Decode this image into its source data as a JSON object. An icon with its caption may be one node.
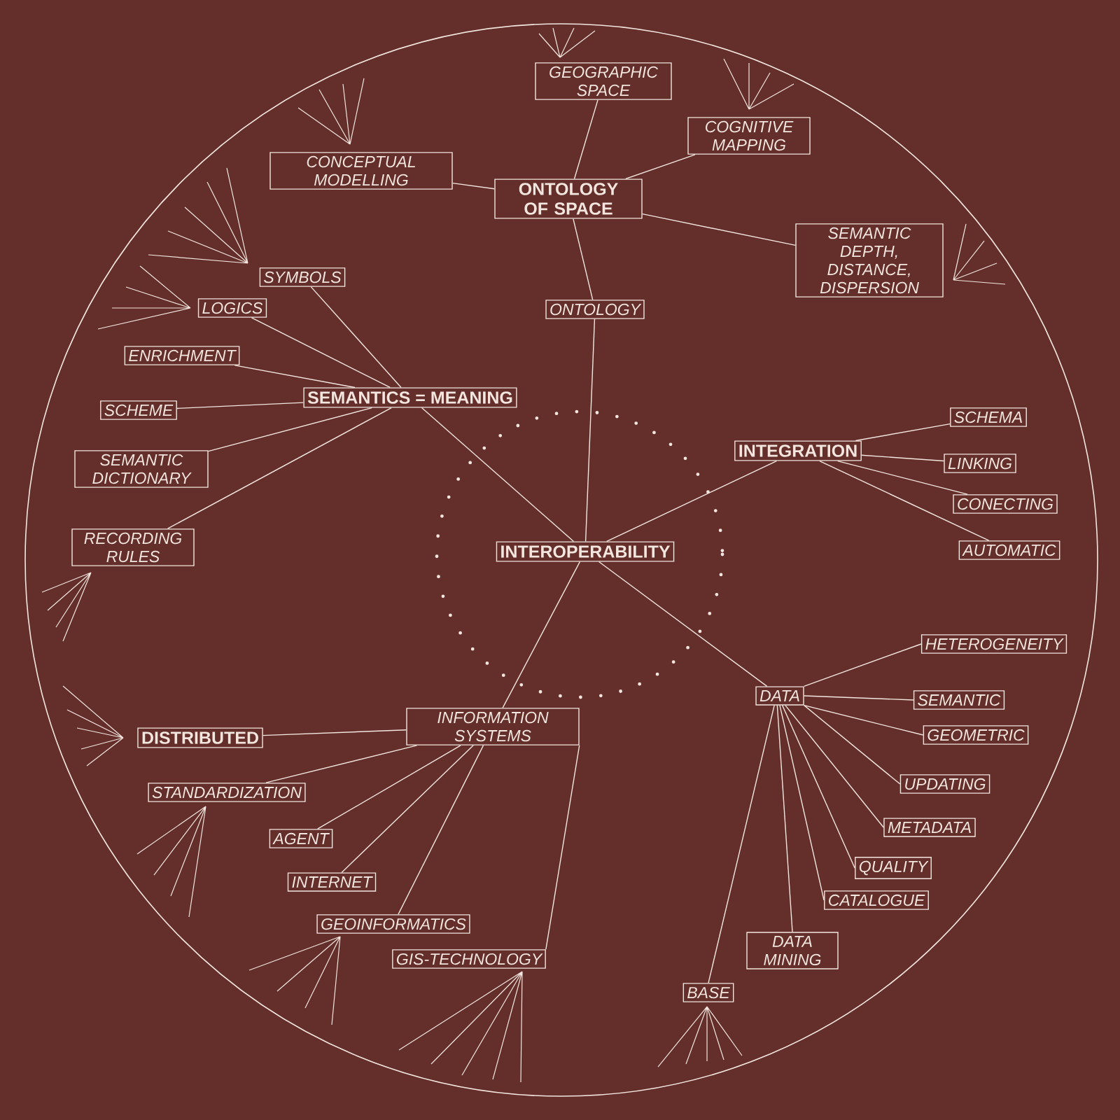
{
  "diagram": {
    "nodes": [
      {
        "text": [
          "INTEROPERABILITY"
        ]
      },
      {
        "text": [
          "ONTOLOGY"
        ]
      },
      {
        "text": [
          "ONTOLOGY OF SPACE"
        ]
      },
      {
        "text": [
          "GEOGRAPHIC SPACE"
        ]
      },
      {
        "text": [
          "COGNITIVE MAPPING"
        ]
      },
      {
        "text": [
          "CONCEPTUAL MODELLING"
        ]
      },
      {
        "text": [
          "SEMANTIC DEPTH, DISTANCE, DISPERSION"
        ]
      },
      {
        "text": [
          "SEMANTICS = MEANING"
        ]
      },
      {
        "text": [
          "SYMBOLS"
        ]
      },
      {
        "text": [
          "LOGICS"
        ]
      },
      {
        "text": [
          "ENRICHMENT"
        ]
      },
      {
        "text": [
          "SCHEME"
        ]
      },
      {
        "text": [
          "SEMANTIC DICTIONARY"
        ]
      },
      {
        "text": [
          "RECORDING RULES"
        ]
      },
      {
        "text": [
          "INTEGRATION"
        ]
      },
      {
        "text": [
          "SCHEMA"
        ]
      },
      {
        "text": [
          "LINKING"
        ]
      },
      {
        "text": [
          "CONECTING"
        ]
      },
      {
        "text": [
          "AUTOMATIC"
        ]
      },
      {
        "text": [
          "INFORMATION SYSTEMS"
        ]
      },
      {
        "text": [
          "DISTRIBUTED"
        ]
      },
      {
        "text": [
          "STANDARDIZATION"
        ]
      },
      {
        "text": [
          "AGENT"
        ]
      },
      {
        "text": [
          "INTERNET"
        ]
      },
      {
        "text": [
          "GEOINFORMATICS"
        ]
      },
      {
        "text": [
          "GIS-TECHNOLOGY"
        ]
      },
      {
        "text": [
          "DATA"
        ]
      },
      {
        "text": [
          "HETEROGENEITY"
        ]
      },
      {
        "text": [
          "SEMANTIC"
        ]
      },
      {
        "text": [
          "GEOMETRIC"
        ]
      },
      {
        "text": [
          "UPDATING"
        ]
      },
      {
        "text": [
          "METADATA"
        ]
      },
      {
        "text": [
          "QUALITY"
        ]
      },
      {
        "text": [
          "CATALOGUE"
        ]
      },
      {
        "text": [
          "DATA MINING"
        ]
      },
      {
        "text": [
          "BASE"
        ]
      }
    ],
    "edges": [
      {
        "from": 0,
        "to": 1,
        "arrow": "none"
      },
      {
        "from": 1,
        "to": 2,
        "arrow": "none"
      },
      {
        "from": 2,
        "to": 3,
        "arrow": "none"
      },
      {
        "from": 2,
        "to": 4,
        "arrow": "none"
      },
      {
        "from": 2,
        "to": 5,
        "arrow": "none"
      },
      {
        "from": 2,
        "to": 6,
        "arrow": "none"
      },
      {
        "from": 0,
        "to": 7,
        "arrow": "none"
      },
      {
        "from": 7,
        "to": 8,
        "arrow": "none"
      },
      {
        "from": 7,
        "to": 9,
        "arrow": "none"
      },
      {
        "from": 7,
        "to": 10,
        "arrow": "none"
      },
      {
        "from": 7,
        "to": 11,
        "arrow": "none"
      },
      {
        "from": 7,
        "to": 12,
        "arrow": "none"
      },
      {
        "from": 7,
        "to": 13,
        "arrow": "none"
      },
      {
        "from": 0,
        "to": 14,
        "arrow": "none"
      },
      {
        "from": 14,
        "to": 15,
        "arrow": "none"
      },
      {
        "from": 14,
        "to": 16,
        "arrow": "none"
      },
      {
        "from": 14,
        "to": 17,
        "arrow": "none"
      },
      {
        "from": 14,
        "to": 18,
        "arrow": "none"
      },
      {
        "from": 0,
        "to": 19,
        "arrow": "none"
      },
      {
        "from": 19,
        "to": 20,
        "arrow": "none"
      },
      {
        "from": 19,
        "to": 21,
        "arrow": "none"
      },
      {
        "from": 19,
        "to": 22,
        "arrow": "none"
      },
      {
        "from": 19,
        "to": 23,
        "arrow": "none"
      },
      {
        "from": 19,
        "to": 24,
        "arrow": "none"
      },
      {
        "from": 19,
        "to": 25,
        "arrow": "none"
      },
      {
        "from": 0,
        "to": 26,
        "arrow": "none"
      },
      {
        "from": 26,
        "to": 27,
        "arrow": "none"
      },
      {
        "from": 26,
        "to": 28,
        "arrow": "none"
      },
      {
        "from": 26,
        "to": 29,
        "arrow": "none"
      },
      {
        "from": 26,
        "to": 30,
        "arrow": "none"
      },
      {
        "from": 26,
        "to": 31,
        "arrow": "none"
      },
      {
        "from": 26,
        "to": 32,
        "arrow": "none"
      },
      {
        "from": 26,
        "to": 33,
        "arrow": "none"
      },
      {
        "from": 26,
        "to": 34,
        "arrow": "none"
      },
      {
        "from": 26,
        "to": 35,
        "arrow": "none"
      }
    ]
  }
}
